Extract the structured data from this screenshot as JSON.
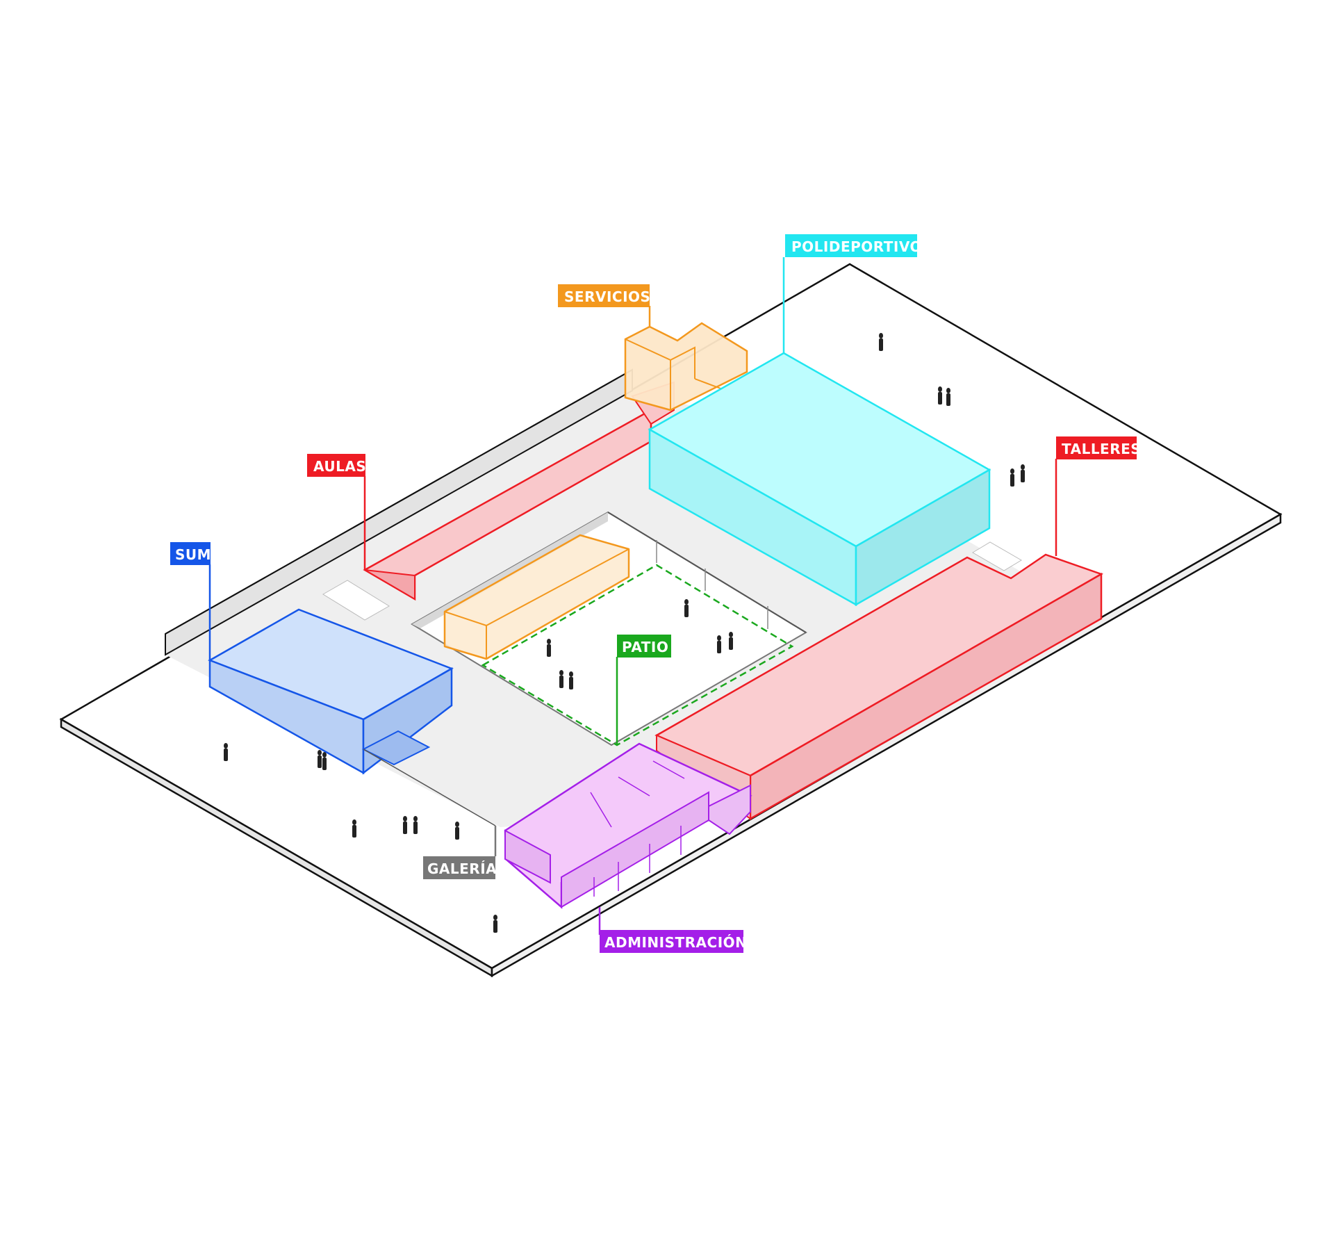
{
  "zones": {
    "polideportivo": {
      "label": "POLIDEPORTIVO",
      "color": "#22E6F0"
    },
    "servicios": {
      "label": "SERVICIOS",
      "color": "#F3981E"
    },
    "aulas": {
      "label": "AULAS",
      "color": "#EE1C24"
    },
    "talleres": {
      "label": "TALLERES",
      "color": "#EE1C24"
    },
    "sum": {
      "label": "SUM",
      "color": "#1556E8"
    },
    "patio": {
      "label": "PATIO",
      "color": "#1AA81E"
    },
    "galeria": {
      "label": "GALERÍA",
      "color": "#777777"
    },
    "administracion": {
      "label": "ADMINISTRACIÓN",
      "color": "#A41FE8"
    }
  }
}
